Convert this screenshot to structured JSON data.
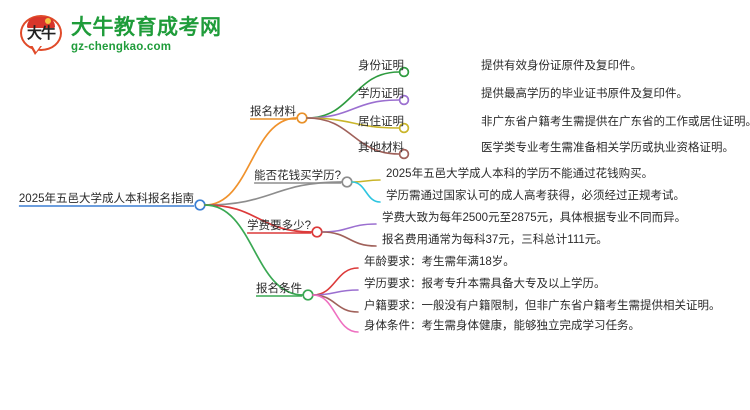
{
  "logo": {
    "mark_text": "大牛",
    "title": "大牛教育成考网",
    "subtitle": "gz-chengkao.com",
    "brand_color": "#1f9c3a",
    "mark_color": "#e04a29"
  },
  "mindmap": {
    "root": {
      "label": "2025年五邑大学成人本科报名指南",
      "node_color": "#3b7fd4",
      "underline_color": "#3b7fd4"
    },
    "branches": [
      {
        "label": "报名材料",
        "node_color": "#e8912a",
        "underline_color": "#e8912a",
        "link_color": "#f0922c",
        "children": [
          {
            "label": "身份证明",
            "node_color": "#2e9b3f",
            "link_color": "#2e9b3f",
            "detail": "提供有效身份证原件及复印件。",
            "detail_underline_color": "#5b9bd5"
          },
          {
            "label": "学历证明",
            "node_color": "#9b6fd0",
            "link_color": "#9b6fd0",
            "detail": "提供最高学历的毕业证书原件及复印件。",
            "detail_underline_color": "#9a9a9a"
          },
          {
            "label": "居住证明",
            "node_color": "#c9b52a",
            "link_color": "#c9b52a",
            "detail": "非广东省户籍考生需提供在广东省的工作或居住证明。",
            "detail_underline_color": "#2ec5e0"
          },
          {
            "label": "其他材料",
            "node_color": "#a0615a",
            "link_color": "#a0615a",
            "detail": "医学类专业考生需准备相关学历或执业资格证明。",
            "detail_underline_color": "#ee6fc0"
          }
        ]
      },
      {
        "label": "能否花钱买学历?",
        "node_color": "#8d8d8d",
        "underline_color": "#8d8d8d",
        "link_color": "#8d8d8d",
        "children": [
          {
            "label": "",
            "node_color": "#c9b52a",
            "link_color": "#c9b52a",
            "detail": "2025年五邑大学成人本科的学历不能通过花钱购买。",
            "detail_underline_color": "#c9b52a"
          },
          {
            "label": "",
            "node_color": "#2ec5e0",
            "link_color": "#2ec5e0",
            "detail": "学历需通过国家认可的成人高考获得，必须经过正规考试。",
            "detail_underline_color": "#2ec5e0"
          }
        ]
      },
      {
        "label": "学费要多少?",
        "node_color": "#dc3a3a",
        "underline_color": "#dc3a3a",
        "link_color": "#dc3a3a",
        "children": [
          {
            "label": "",
            "node_color": "#9b6fd0",
            "link_color": "#9b6fd0",
            "detail": "学费大致为每年2500元至2875元，具体根据专业不同而异。",
            "detail_underline_color": "#9b6fd0"
          },
          {
            "label": "",
            "node_color": "#a0615a",
            "link_color": "#a0615a",
            "detail": "报名费用通常为每科37元，三科总计111元。",
            "detail_underline_color": "#a0615a"
          }
        ]
      },
      {
        "label": "报名条件",
        "node_color": "#3aa853",
        "underline_color": "#3aa853",
        "link_color": "#3aa853",
        "children": [
          {
            "label": "",
            "node_color": "#dc3a3a",
            "link_color": "#dc3a3a",
            "detail": "年龄要求：考生需年满18岁。",
            "detail_underline_color": "#e06767"
          },
          {
            "label": "",
            "node_color": "#9b6fd0",
            "link_color": "#9b6fd0",
            "detail": "学历要求：报考专升本需具备大专及以上学历。",
            "detail_underline_color": "#9b6fd0"
          },
          {
            "label": "",
            "node_color": "#a0615a",
            "link_color": "#a0615a",
            "detail": "户籍要求：一般没有户籍限制，但非广东省户籍考生需提供相关证明。",
            "detail_underline_color": "#a0615a"
          },
          {
            "label": "",
            "node_color": "#ee6fc0",
            "link_color": "#ee6fc0",
            "detail": "身体条件：考生需身体健康，能够独立完成学习任务。",
            "detail_underline_color": "#ee6fc0"
          }
        ]
      }
    ]
  }
}
